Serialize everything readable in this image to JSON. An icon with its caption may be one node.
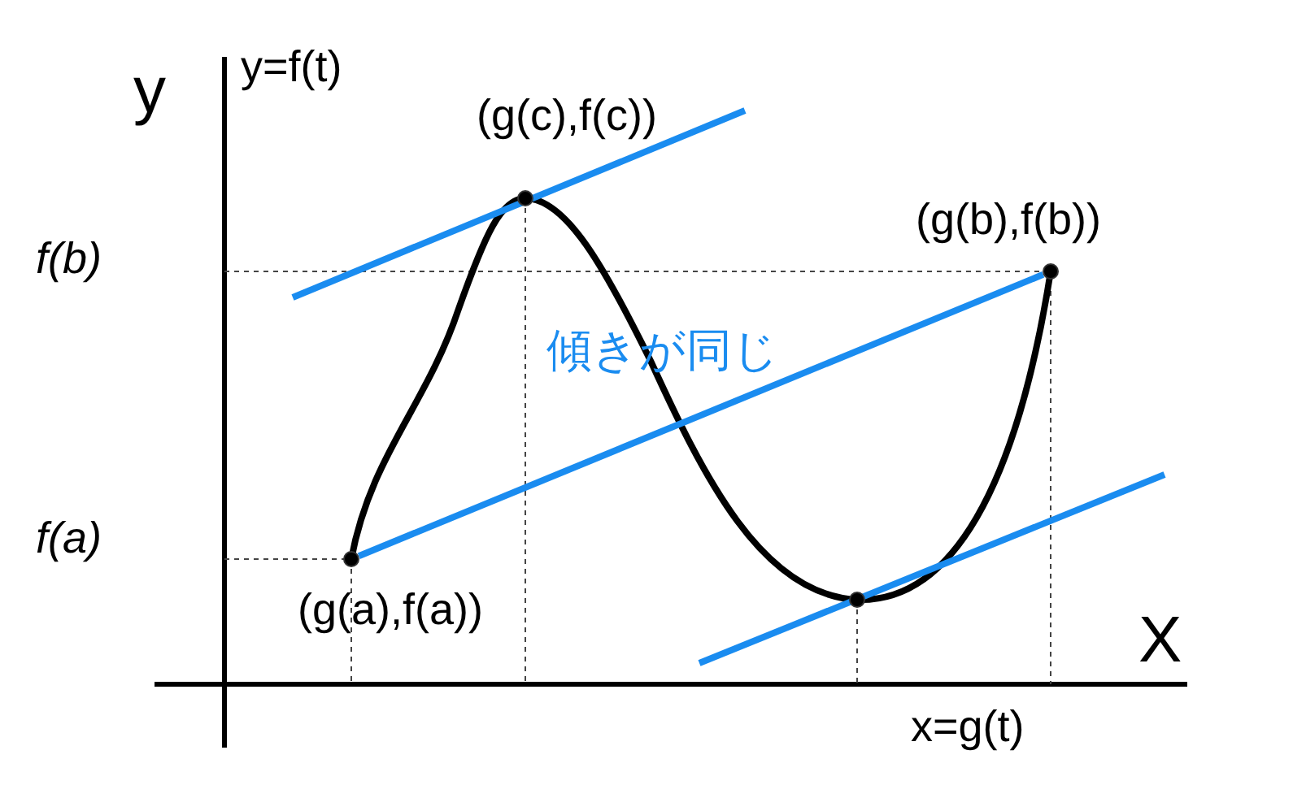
{
  "diagram": {
    "nodes": [
      {
        "text": [],
        "shape": "circle",
        "beside": [
          "(g(a),f(a))"
        ]
      },
      {
        "text": [],
        "shape": "circle",
        "beside": [
          "(g(c),f(c))"
        ]
      },
      {
        "text": [],
        "shape": "circle",
        "beside": [
          "(g(b),f(b))"
        ]
      },
      {
        "text": [],
        "shape": "circle"
      }
    ],
    "edges": [
      {
        "from": 0,
        "to": 2,
        "arrow": "none"
      }
    ],
    "labels": [
      "y",
      "y=f(t)",
      "f(b)",
      "傾きが同じ",
      "f(a)",
      "X",
      "x=g(t)"
    ]
  }
}
